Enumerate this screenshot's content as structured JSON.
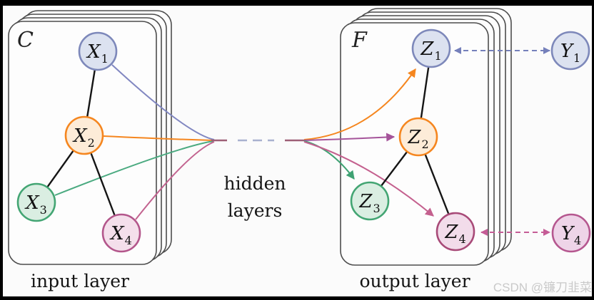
{
  "diagram": {
    "input_card": {
      "label": "C",
      "caption": "input layer"
    },
    "output_card": {
      "label": "F",
      "caption": "output layer"
    },
    "hidden_label": {
      "line1": "hidden",
      "line2": "layers"
    },
    "watermark": "CSDN @镰刀韭菜",
    "nodes": {
      "x1": {
        "base": "X",
        "sub": "1",
        "fill": "#dce2f0",
        "stroke": "#7d88ba"
      },
      "x2": {
        "base": "X",
        "sub": "2",
        "fill": "#fdecd8",
        "stroke": "#f5861f"
      },
      "x3": {
        "base": "X",
        "sub": "3",
        "fill": "#daeee2",
        "stroke": "#43a573"
      },
      "x4": {
        "base": "X",
        "sub": "4",
        "fill": "#f4dfeb",
        "stroke": "#b3568b"
      },
      "z1": {
        "base": "Z",
        "sub": "1",
        "fill": "#dce2f0",
        "stroke": "#7d88ba"
      },
      "z2": {
        "base": "Z",
        "sub": "2",
        "fill": "#fdecd8",
        "stroke": "#f5861f"
      },
      "z3": {
        "base": "Z",
        "sub": "3",
        "fill": "#daeee2",
        "stroke": "#43a573"
      },
      "z4": {
        "base": "Z",
        "sub": "4",
        "fill": "#f2dcea",
        "stroke": "#a84a78"
      },
      "y1": {
        "base": "Y",
        "sub": "1",
        "fill": "#dce2f0",
        "stroke": "#7d88ba"
      },
      "y4": {
        "base": "Y",
        "sub": "4",
        "fill": "#eed4e8",
        "stroke": "#b5578f"
      }
    },
    "colors": {
      "frame": "#000000",
      "background": "#fbfbfb",
      "x1_line": "#8187c1",
      "x2_line": "#f5861f",
      "x3_line": "#4aaa80",
      "x4_line": "#c2638f",
      "merge_stub": "#9d5f76",
      "hidden_dashes": "#a9b1cf",
      "z1_arrow": "#f5861f",
      "z2_arrow": "#a5549a",
      "z3_arrow": "#3fa273",
      "z4_arrow": "#c4608e",
      "y1_link": "#7580bb",
      "y4_link": "#c55c96",
      "graph_edge": "#151515",
      "watermark": "#c9c9c9"
    }
  }
}
